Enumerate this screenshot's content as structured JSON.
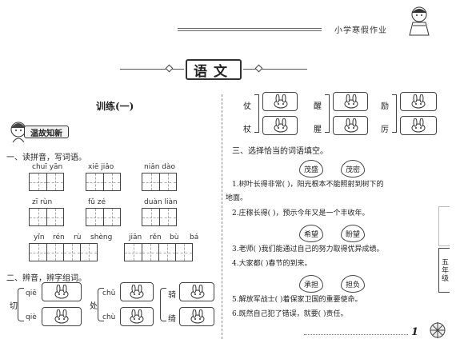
{
  "header": {
    "series": "小学寒假作业"
  },
  "title": "语文",
  "lesson": "训练(一)",
  "warmup_banner": "温故知新",
  "section1": {
    "title": "一、读拼音，写词语。",
    "row1": [
      "chuī  yān",
      "xiē  jiǎo",
      "niǎn  dào"
    ],
    "row2": [
      "zī  rùn",
      "fǔ  zé",
      "duàn  liàn"
    ],
    "row3": [
      "yǐn",
      "rén",
      "rù",
      "shèng",
      "jiān",
      "rěn",
      "bù",
      "bá"
    ]
  },
  "section2": {
    "title": "二、辨音，辨字组词。",
    "left_char": "切",
    "left_py": [
      "qiē",
      "qiè"
    ],
    "mid_char": "处",
    "mid_py": [
      "chǔ",
      "chù"
    ],
    "right_chars": [
      "骑",
      "绮"
    ]
  },
  "top_right": {
    "pairs": [
      [
        "仗",
        "杖"
      ],
      [
        "醒",
        "腥"
      ],
      [
        "励",
        "厉"
      ]
    ]
  },
  "section3": {
    "title": "三、选择恰当的词语填空。",
    "opt1": [
      "茂盛",
      "茂密"
    ],
    "s1a": "1.树叶长得非常(        )，阳光根本不能照射到树下的",
    "s1b": "地面。",
    "s2": "2.庄稼长得(        )，预示今年又是一个丰收年。",
    "opt2": [
      "希望",
      "盼望"
    ],
    "s3": "3.老师(        )我们能通过自己的努力取得优异成绩。",
    "s4": "4.大家都(        )春节的到来。",
    "opt3": [
      "承担",
      "担负"
    ],
    "s5": "5.解放军战士(        )着保家卫国的重要使命。",
    "s6": "6.既然自己犯了错误，就要(        )责任。"
  },
  "side_tab": "五年级",
  "page_number": "1"
}
